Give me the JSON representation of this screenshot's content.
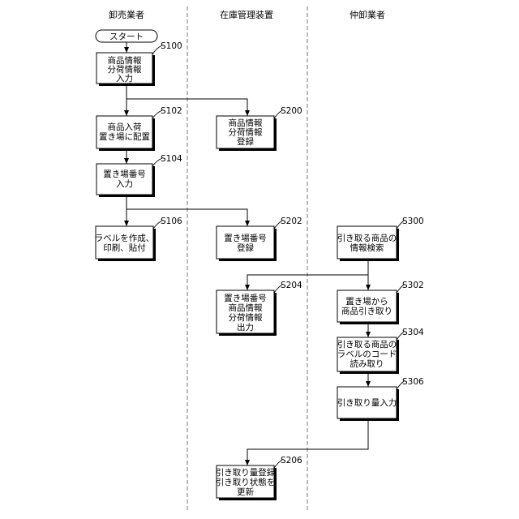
{
  "lanes": [
    {
      "id": "wholesaler",
      "title": "卸売業者"
    },
    {
      "id": "inventory_system",
      "title": "在庫管理装置"
    },
    {
      "id": "intermediary",
      "title": "仲卸業者"
    }
  ],
  "start_label": "スタート",
  "steps": {
    "S100": {
      "label": "S100",
      "lines": [
        "商品情報",
        "分荷情報",
        "入力"
      ]
    },
    "S102": {
      "label": "S102",
      "lines": [
        "商品入荷",
        "置き場に配置"
      ]
    },
    "S104": {
      "label": "S104",
      "lines": [
        "置き場番号",
        "入力"
      ]
    },
    "S106": {
      "label": "S106",
      "lines": [
        "ラベルを作成、",
        "印刷、貼付"
      ]
    },
    "S200": {
      "label": "S200",
      "lines": [
        "商品情報",
        "分荷情報",
        "登録"
      ]
    },
    "S202": {
      "label": "S202",
      "lines": [
        "置き場番号",
        "登録"
      ]
    },
    "S204": {
      "label": "S204",
      "lines": [
        "置き場番号",
        "商品情報",
        "分荷情報",
        "出力"
      ]
    },
    "S206": {
      "label": "S206",
      "lines": [
        "引き取り量登録",
        "引き取り状態を",
        "更新"
      ]
    },
    "S300": {
      "label": "S300",
      "lines": [
        "引き取る商品の",
        "情報検索"
      ]
    },
    "S302": {
      "label": "S302",
      "lines": [
        "置き場から",
        "商品引き取り"
      ]
    },
    "S304": {
      "label": "S304",
      "lines": [
        "引き取る商品の",
        "ラベルのコード",
        "読み取り"
      ]
    },
    "S306": {
      "label": "S306",
      "lines": [
        "引き取り量入力"
      ]
    }
  }
}
